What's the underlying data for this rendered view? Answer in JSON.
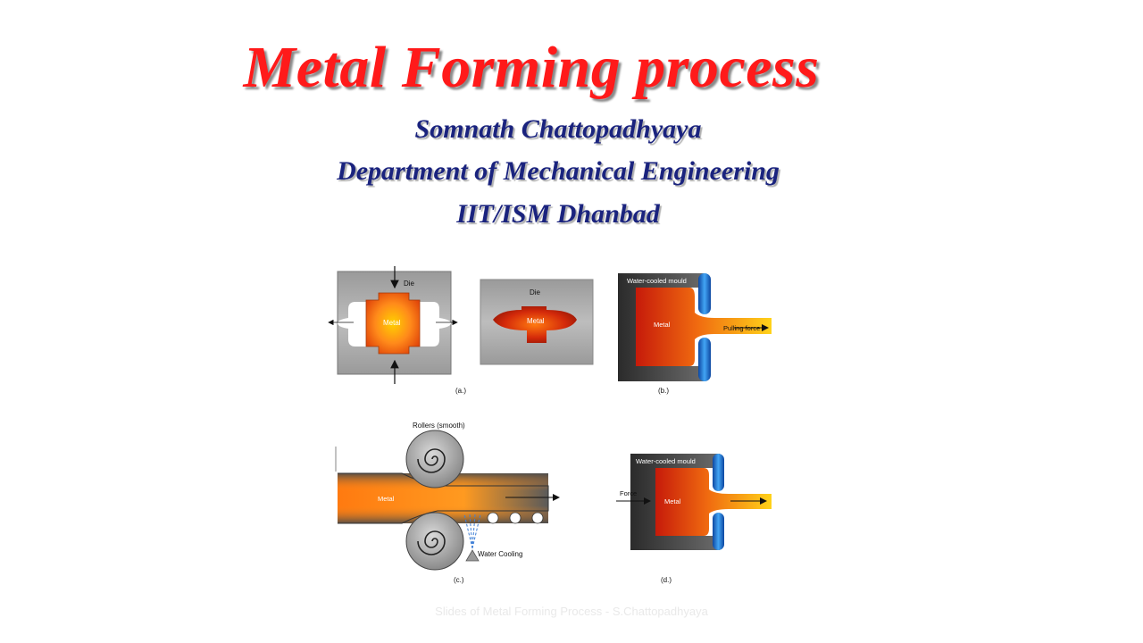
{
  "slide": {
    "title": "Metal Forming process",
    "author": "Somnath Chattopadhyaya",
    "department": "Department of Mechanical Engineering",
    "institute": "IIT/ISM Dhanbad",
    "footer": "Slides of Metal Forming Process - S.Chattopadhyaya"
  },
  "figures": {
    "a": {
      "caption": "(a.)",
      "die_label": "Die",
      "metal_label": "Metal",
      "die_label_2": "Die",
      "metal_label_2": "Metal"
    },
    "b": {
      "caption": "(b.)",
      "mould_label": "Water-cooled mould",
      "metal_label": "Metal",
      "force_label": "Pulling force"
    },
    "c": {
      "caption": "(c.)",
      "rollers_label": "Rollers (smooth)",
      "metal_label": "Metal",
      "cooling_label": "Water Cooling"
    },
    "d": {
      "caption": "(d.)",
      "mould_label": "Water-cooled mould",
      "force_label": "Force",
      "metal_label": "Metal"
    }
  },
  "colors": {
    "title": "#ff1a1a",
    "subtitle": "#1a237e",
    "die_gray": "#a9a9a9",
    "hot_orange": "#ff8a1a",
    "hot_red": "#d42a0a",
    "water_blue": "#1e88e5"
  }
}
